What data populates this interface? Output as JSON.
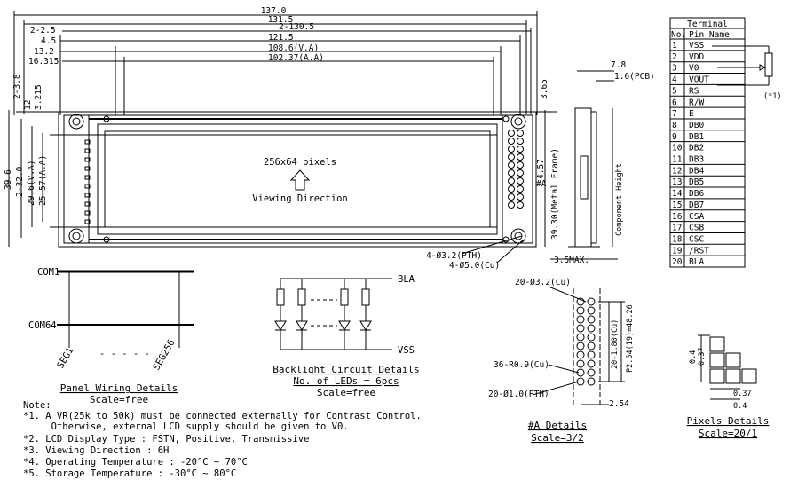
{
  "dims_top": [
    "137.0",
    "131.5",
    "2-2.5",
    "2-130.5",
    "4.5",
    "121.5",
    "13.2",
    "108.6(V.A)",
    "16.315",
    "102.37(A.A)"
  ],
  "dims_left": [
    "2-3.8",
    "12",
    "3.215",
    "39.6",
    "2-32.0",
    "29.6(V.A)",
    "25.57(A.A)"
  ],
  "dims_right": [
    "3.65",
    "4.57",
    "39.30(Metal Frame)",
    "#A"
  ],
  "dims_side": [
    "7.8",
    "1.6(PCB)",
    "Component Height",
    "3.5MAX."
  ],
  "holes": [
    "4-Ø3.2(PTH)",
    "4-Ø5.0(Cu)"
  ],
  "display": {
    "resolution": "256x64 pixels",
    "viewing": "Viewing Direction"
  },
  "terminal": {
    "title": "Terminal",
    "header_no": "No.",
    "header_pin": "Pin Name",
    "rows": [
      {
        "no": "1",
        "pin": "VSS"
      },
      {
        "no": "2",
        "pin": "VDD"
      },
      {
        "no": "3",
        "pin": "V0"
      },
      {
        "no": "4",
        "pin": "VOUT"
      },
      {
        "no": "5",
        "pin": "RS"
      },
      {
        "no": "6",
        "pin": "R/W"
      },
      {
        "no": "7",
        "pin": "E"
      },
      {
        "no": "8",
        "pin": "DB0"
      },
      {
        "no": "9",
        "pin": "DB1"
      },
      {
        "no": "10",
        "pin": "DB2"
      },
      {
        "no": "11",
        "pin": "DB3"
      },
      {
        "no": "12",
        "pin": "DB4"
      },
      {
        "no": "13",
        "pin": "DB5"
      },
      {
        "no": "14",
        "pin": "DB6"
      },
      {
        "no": "15",
        "pin": "DB7"
      },
      {
        "no": "16",
        "pin": "CSA"
      },
      {
        "no": "17",
        "pin": "CSB"
      },
      {
        "no": "18",
        "pin": "CSC"
      },
      {
        "no": "19",
        "pin": "/RST"
      },
      {
        "no": "20",
        "pin": "BLA"
      }
    ],
    "note_marker": "(*1)"
  },
  "panel_wiring": {
    "com1": "COM1",
    "com64": "COM64",
    "seg1": "SEG1",
    "seg256": "SEG256",
    "dashes": "- - - - -",
    "title": "Panel Wiring Details",
    "scale": "Scale=free"
  },
  "backlight": {
    "bla": "BLA",
    "vss": "VSS",
    "title": "Backlight Circuit Details",
    "leds": "No. of LEDs = 6pcs",
    "scale": "Scale=free"
  },
  "detail_a": {
    "top": "20-Ø3.2(Cu)",
    "d1": "20-1.80(Cu)",
    "d2": "P2.54(19)=48.26",
    "b1": "36-R0.9(Cu)",
    "b2": "20-Ø1.0(PTH)",
    "pitch": "2.54",
    "title": "#A Details",
    "scale": "Scale=3/2"
  },
  "pixels": {
    "d1": "0.4",
    "d2": "0.37",
    "d3": "0.37",
    "d4": "0.4",
    "title": "Pixels Details",
    "scale": "Scale=20/1"
  },
  "notes": {
    "heading": "Note:",
    "items": [
      "*1. A VR(25k to 50k) must be connected externally for Contrast Control.",
      "     Otherwise, external LCD supply should be given to V0.",
      "*2. LCD Display Type : FSTN, Positive, Transmissive",
      "*3. Viewing Direction : 6H",
      "*4. Operating Temperature : -20°C ~ 70°C",
      "*5. Storage Temperature : -30°C ~ 80°C"
    ]
  }
}
